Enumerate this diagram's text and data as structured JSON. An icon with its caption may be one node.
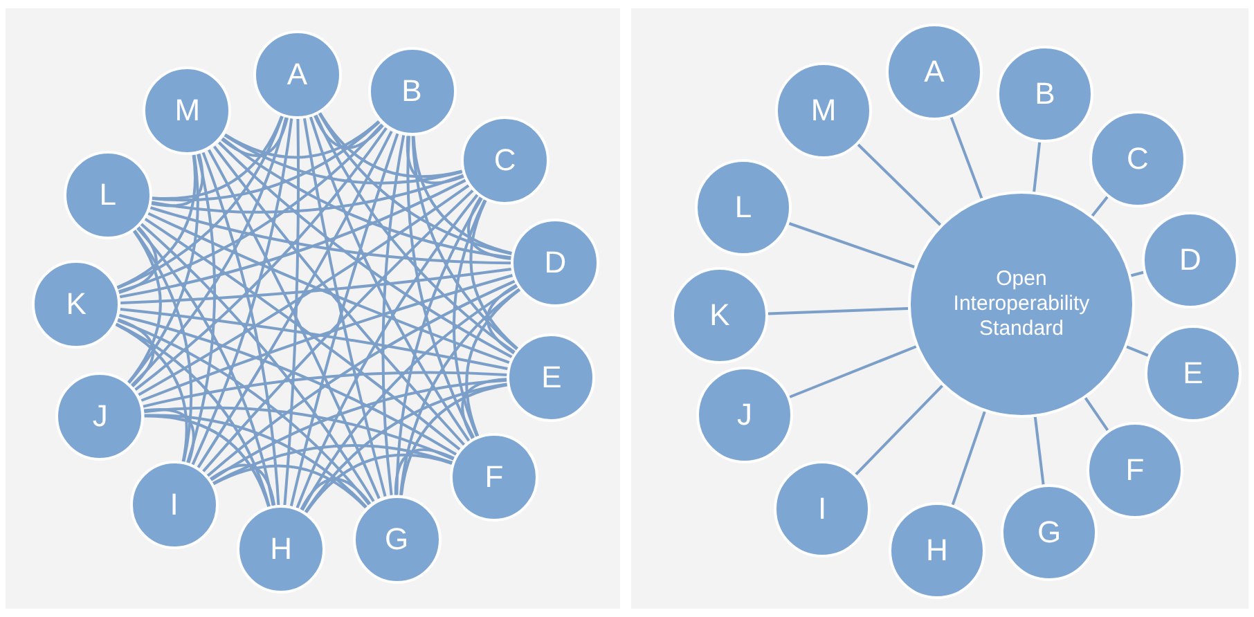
{
  "diagram": {
    "nodes": [
      {
        "text": [
          "A"
        ]
      },
      {
        "text": [
          "B"
        ]
      },
      {
        "text": [
          "C"
        ]
      },
      {
        "text": [
          "D"
        ]
      },
      {
        "text": [
          "E"
        ]
      },
      {
        "text": [
          "F"
        ]
      },
      {
        "text": [
          "G"
        ]
      },
      {
        "text": [
          "H"
        ]
      },
      {
        "text": [
          "I"
        ]
      },
      {
        "text": [
          "J"
        ]
      },
      {
        "text": [
          "K"
        ]
      },
      {
        "text": [
          "L"
        ]
      },
      {
        "text": [
          "M"
        ]
      },
      {
        "text": [
          "Open Interoperability Standard"
        ]
      },
      {
        "text": [
          "A"
        ]
      },
      {
        "text": [
          "B"
        ]
      },
      {
        "text": [
          "C"
        ]
      },
      {
        "text": [
          "D"
        ]
      },
      {
        "text": [
          "E"
        ]
      },
      {
        "text": [
          "F"
        ]
      },
      {
        "text": [
          "G"
        ]
      },
      {
        "text": [
          "H"
        ]
      },
      {
        "text": [
          "I"
        ]
      },
      {
        "text": [
          "J"
        ]
      },
      {
        "text": [
          "K"
        ]
      },
      {
        "text": [
          "L"
        ]
      },
      {
        "text": [
          "M"
        ]
      }
    ],
    "edges": [
      {
        "from": 0,
        "to": 1,
        "arrow": "none"
      },
      {
        "from": 0,
        "to": 2,
        "arrow": "none"
      },
      {
        "from": 0,
        "to": 3,
        "arrow": "none"
      },
      {
        "from": 0,
        "to": 4,
        "arrow": "none"
      },
      {
        "from": 0,
        "to": 5,
        "arrow": "none"
      },
      {
        "from": 0,
        "to": 6,
        "arrow": "none"
      },
      {
        "from": 0,
        "to": 7,
        "arrow": "none"
      },
      {
        "from": 0,
        "to": 8,
        "arrow": "none"
      },
      {
        "from": 0,
        "to": 9,
        "arrow": "none"
      },
      {
        "from": 0,
        "to": 10,
        "arrow": "none"
      },
      {
        "from": 0,
        "to": 11,
        "arrow": "none"
      },
      {
        "from": 0,
        "to": 12,
        "arrow": "none"
      },
      {
        "from": 1,
        "to": 2,
        "arrow": "none"
      },
      {
        "from": 1,
        "to": 3,
        "arrow": "none"
      },
      {
        "from": 1,
        "to": 4,
        "arrow": "none"
      },
      {
        "from": 1,
        "to": 5,
        "arrow": "none"
      },
      {
        "from": 1,
        "to": 6,
        "arrow": "none"
      },
      {
        "from": 1,
        "to": 7,
        "arrow": "none"
      },
      {
        "from": 1,
        "to": 8,
        "arrow": "none"
      },
      {
        "from": 1,
        "to": 9,
        "arrow": "none"
      },
      {
        "from": 1,
        "to": 10,
        "arrow": "none"
      },
      {
        "from": 1,
        "to": 11,
        "arrow": "none"
      },
      {
        "from": 1,
        "to": 12,
        "arrow": "none"
      },
      {
        "from": 2,
        "to": 3,
        "arrow": "none"
      },
      {
        "from": 2,
        "to": 4,
        "arrow": "none"
      },
      {
        "from": 2,
        "to": 5,
        "arrow": "none"
      },
      {
        "from": 2,
        "to": 6,
        "arrow": "none"
      },
      {
        "from": 2,
        "to": 7,
        "arrow": "none"
      },
      {
        "from": 2,
        "to": 8,
        "arrow": "none"
      },
      {
        "from": 2,
        "to": 9,
        "arrow": "none"
      },
      {
        "from": 2,
        "to": 10,
        "arrow": "none"
      },
      {
        "from": 2,
        "to": 11,
        "arrow": "none"
      },
      {
        "from": 2,
        "to": 12,
        "arrow": "none"
      },
      {
        "from": 3,
        "to": 4,
        "arrow": "none"
      },
      {
        "from": 3,
        "to": 5,
        "arrow": "none"
      },
      {
        "from": 3,
        "to": 6,
        "arrow": "none"
      },
      {
        "from": 3,
        "to": 7,
        "arrow": "none"
      },
      {
        "from": 3,
        "to": 8,
        "arrow": "none"
      },
      {
        "from": 3,
        "to": 9,
        "arrow": "none"
      },
      {
        "from": 3,
        "to": 10,
        "arrow": "none"
      },
      {
        "from": 3,
        "to": 11,
        "arrow": "none"
      },
      {
        "from": 3,
        "to": 12,
        "arrow": "none"
      },
      {
        "from": 4,
        "to": 5,
        "arrow": "none"
      },
      {
        "from": 4,
        "to": 6,
        "arrow": "none"
      },
      {
        "from": 4,
        "to": 7,
        "arrow": "none"
      },
      {
        "from": 4,
        "to": 8,
        "arrow": "none"
      },
      {
        "from": 4,
        "to": 9,
        "arrow": "none"
      },
      {
        "from": 4,
        "to": 10,
        "arrow": "none"
      },
      {
        "from": 4,
        "to": 11,
        "arrow": "none"
      },
      {
        "from": 4,
        "to": 12,
        "arrow": "none"
      },
      {
        "from": 5,
        "to": 6,
        "arrow": "none"
      },
      {
        "from": 5,
        "to": 7,
        "arrow": "none"
      },
      {
        "from": 5,
        "to": 8,
        "arrow": "none"
      },
      {
        "from": 5,
        "to": 9,
        "arrow": "none"
      },
      {
        "from": 5,
        "to": 10,
        "arrow": "none"
      },
      {
        "from": 5,
        "to": 11,
        "arrow": "none"
      },
      {
        "from": 5,
        "to": 12,
        "arrow": "none"
      },
      {
        "from": 6,
        "to": 7,
        "arrow": "none"
      },
      {
        "from": 6,
        "to": 8,
        "arrow": "none"
      },
      {
        "from": 6,
        "to": 9,
        "arrow": "none"
      },
      {
        "from": 6,
        "to": 10,
        "arrow": "none"
      },
      {
        "from": 6,
        "to": 11,
        "arrow": "none"
      },
      {
        "from": 6,
        "to": 12,
        "arrow": "none"
      },
      {
        "from": 7,
        "to": 8,
        "arrow": "none"
      },
      {
        "from": 7,
        "to": 9,
        "arrow": "none"
      },
      {
        "from": 7,
        "to": 10,
        "arrow": "none"
      },
      {
        "from": 7,
        "to": 11,
        "arrow": "none"
      },
      {
        "from": 7,
        "to": 12,
        "arrow": "none"
      },
      {
        "from": 8,
        "to": 9,
        "arrow": "none"
      },
      {
        "from": 8,
        "to": 10,
        "arrow": "none"
      },
      {
        "from": 8,
        "to": 11,
        "arrow": "none"
      },
      {
        "from": 8,
        "to": 12,
        "arrow": "none"
      },
      {
        "from": 9,
        "to": 10,
        "arrow": "none"
      },
      {
        "from": 9,
        "to": 11,
        "arrow": "none"
      },
      {
        "from": 9,
        "to": 12,
        "arrow": "none"
      },
      {
        "from": 10,
        "to": 11,
        "arrow": "none"
      },
      {
        "from": 10,
        "to": 12,
        "arrow": "none"
      },
      {
        "from": 11,
        "to": 12,
        "arrow": "none"
      },
      {
        "from": 13,
        "to": 14,
        "arrow": "none"
      },
      {
        "from": 13,
        "to": 15,
        "arrow": "none"
      },
      {
        "from": 13,
        "to": 16,
        "arrow": "none"
      },
      {
        "from": 13,
        "to": 17,
        "arrow": "none"
      },
      {
        "from": 13,
        "to": 18,
        "arrow": "none"
      },
      {
        "from": 13,
        "to": 19,
        "arrow": "none"
      },
      {
        "from": 13,
        "to": 20,
        "arrow": "none"
      },
      {
        "from": 13,
        "to": 21,
        "arrow": "none"
      },
      {
        "from": 13,
        "to": 22,
        "arrow": "none"
      },
      {
        "from": 13,
        "to": 23,
        "arrow": "none"
      },
      {
        "from": 13,
        "to": 24,
        "arrow": "none"
      },
      {
        "from": 13,
        "to": 25,
        "arrow": "none"
      },
      {
        "from": 13,
        "to": 26,
        "arrow": "none"
      }
    ]
  }
}
